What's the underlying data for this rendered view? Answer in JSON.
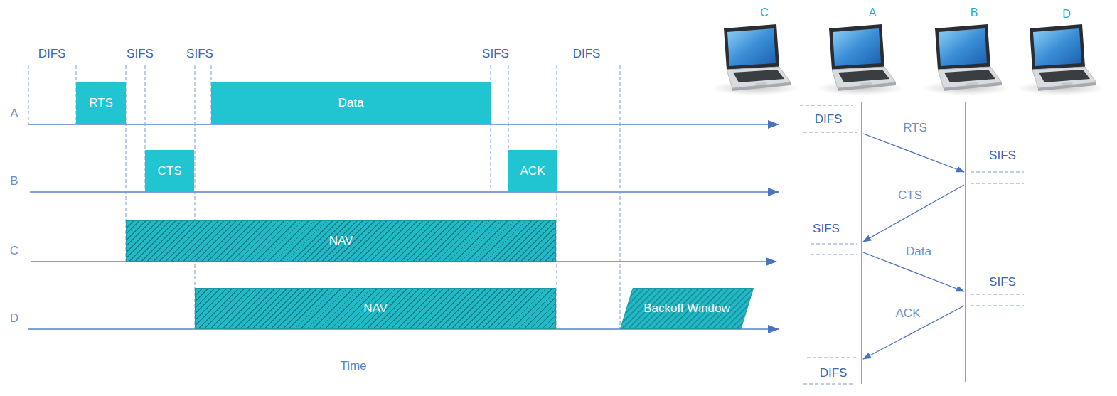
{
  "diagram": {
    "nodes": [
      {
        "text": [
          "RTS"
        ]
      },
      {
        "text": [
          "Data"
        ]
      },
      {
        "text": [
          "CTS"
        ]
      },
      {
        "text": [
          "ACK"
        ]
      },
      {
        "text": [
          "NAV"
        ]
      },
      {
        "text": [
          "NAV"
        ]
      },
      {
        "text": [
          "Backoff Window"
        ]
      }
    ],
    "labels": [
      "DIFS",
      "SIFS",
      "SIFS",
      "SIFS",
      "DIFS",
      "A",
      "B",
      "C",
      "D",
      "Time",
      "C",
      "A",
      "B",
      "D",
      "DIFS",
      "RTS",
      "SIFS",
      "CTS",
      "SIFS",
      "Data",
      "SIFS",
      "ACK",
      "DIFS"
    ]
  }
}
